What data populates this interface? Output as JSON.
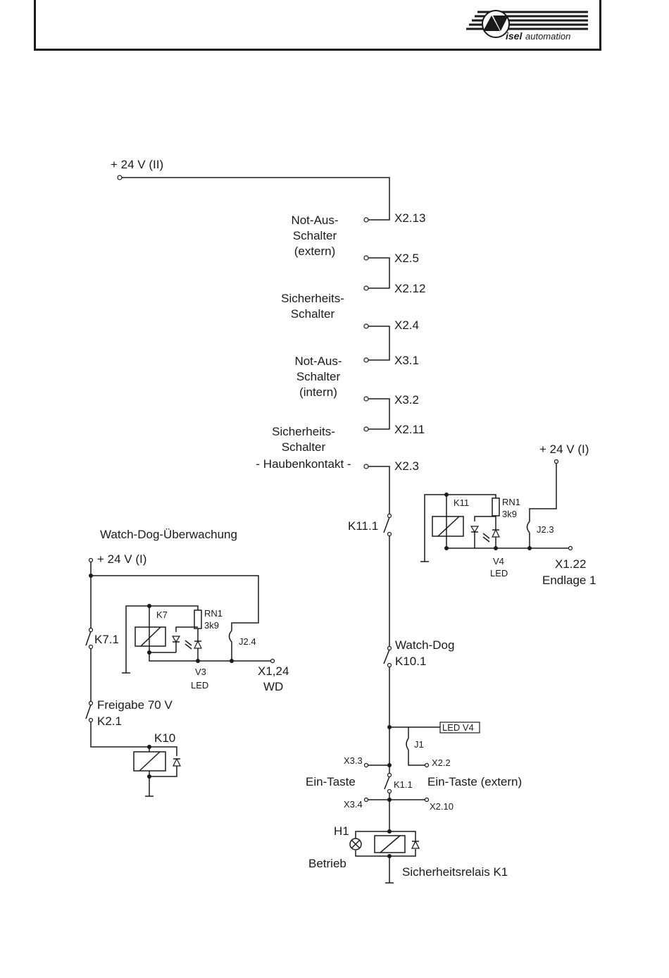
{
  "header": {
    "logo_text_bold": "isel",
    "logo_text_light": "automation",
    "logo_symbol": "isel-triangle-logo"
  },
  "labels": {
    "supply_top": "+ 24 V (II)",
    "supply_right": "+ 24 V (I)",
    "supply_left": "+ 24 V (I)",
    "estop_ext": [
      "Not-Aus-",
      "Schalter",
      "(extern)"
    ],
    "safety_sw": [
      "Sicherheits-",
      "Schalter"
    ],
    "estop_int": [
      "Not-Aus-",
      "Schalter",
      "(intern)"
    ],
    "safety_hood": [
      "Sicherheits-",
      "Schalter",
      "- Haubenkontakt -"
    ],
    "x2_13": "X2.13",
    "x2_5": "X2.5",
    "x2_12": "X2.12",
    "x2_4": "X2.4",
    "x3_1": "X3.1",
    "x3_2": "X3.2",
    "x2_11": "X2.11",
    "x2_3": "X2.3",
    "k11_1": "K11.1",
    "watchdog_title": "Watch-Dog-Überwachung",
    "watchdog": "Watch-Dog",
    "k10_1": "K10.1",
    "k7_1": "K7.1",
    "k7": "K7",
    "rn1_left": "RN1",
    "r3k9_left": "3k9",
    "j2_4": "J2.4",
    "v3": "V3",
    "led_left": "LED",
    "x1_24": "X1,24",
    "wd": "WD",
    "freigabe": "Freigabe 70 V",
    "k2_1": "K2.1",
    "k10": "K10",
    "k11": "K11",
    "rn1_right": "RN1",
    "r3k9_right": "3k9",
    "j2_3": "J2.3",
    "v4": "V4",
    "led_right": "LED",
    "x1_22": "X1.22",
    "endlage": "Endlage 1",
    "led_v4": "LED V4",
    "j1": "J1",
    "x3_3": "X3.3",
    "x2_2": "X2.2",
    "ein_taste": "Ein-Taste",
    "k1_1": "K1.1",
    "ein_taste_ext": "Ein-Taste (extern)",
    "x3_4": "X3.4",
    "x2_10": "X2.10",
    "h1": "H1",
    "betrieb": "Betrieb",
    "sicherheitsrelais": "Sicherheitsrelais K1"
  }
}
